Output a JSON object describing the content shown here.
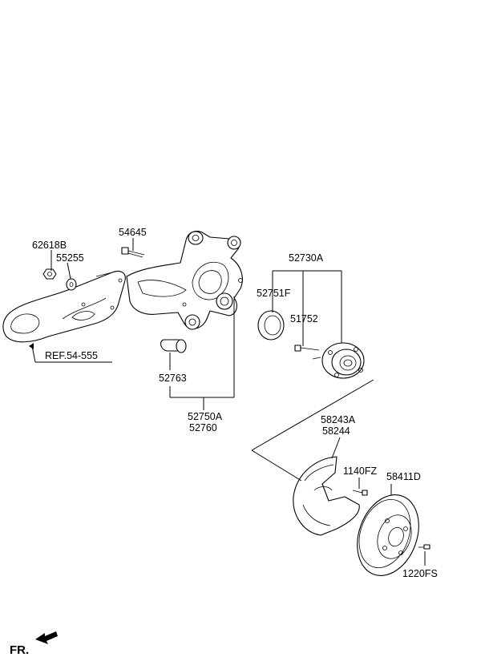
{
  "labels": {
    "p62618B": "62618B",
    "p55255": "55255",
    "p54645": "54645",
    "p52730A": "52730A",
    "p52751F": "52751F",
    "p51752": "51752",
    "ref": "REF.54-555",
    "p52763": "52763",
    "p52750A": "52750A",
    "p52760": "52760",
    "p58243A": "58243A",
    "p58244": "58244",
    "p1140FZ": "1140FZ",
    "p58411D": "58411D",
    "p1220FS": "1220FS",
    "fr": "FR."
  }
}
